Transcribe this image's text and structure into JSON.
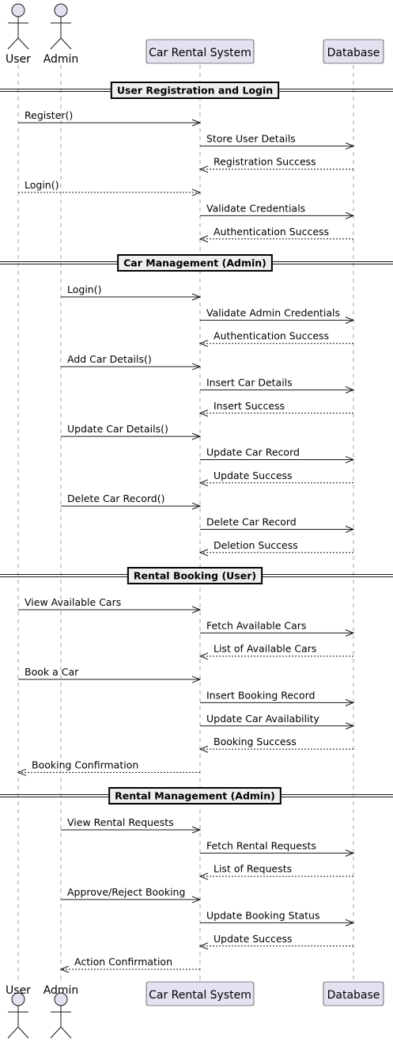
{
  "participants": [
    {
      "id": "user",
      "label": "User",
      "kind": "actor"
    },
    {
      "id": "admin",
      "label": "Admin",
      "kind": "actor"
    },
    {
      "id": "system",
      "label": "Car Rental System",
      "kind": "box"
    },
    {
      "id": "db",
      "label": "Database",
      "kind": "box"
    }
  ],
  "sections": [
    {
      "title": "User Registration and Login",
      "messages": [
        {
          "from": "user",
          "to": "system",
          "label": "Register()",
          "style": "solid"
        },
        {
          "from": "system",
          "to": "db",
          "label": "Store User Details",
          "style": "solid"
        },
        {
          "from": "db",
          "to": "system",
          "label": "Registration Success",
          "style": "dashed"
        },
        {
          "from": "user",
          "to": "system",
          "label": "Login()",
          "style": "dashed"
        },
        {
          "from": "system",
          "to": "db",
          "label": "Validate Credentials",
          "style": "solid"
        },
        {
          "from": "db",
          "to": "system",
          "label": "Authentication Success",
          "style": "dashed"
        }
      ]
    },
    {
      "title": "Car Management (Admin)",
      "messages": [
        {
          "from": "admin",
          "to": "system",
          "label": "Login()",
          "style": "solid"
        },
        {
          "from": "system",
          "to": "db",
          "label": "Validate Admin Credentials",
          "style": "solid"
        },
        {
          "from": "db",
          "to": "system",
          "label": "Authentication Success",
          "style": "dashed"
        },
        {
          "from": "admin",
          "to": "system",
          "label": "Add Car Details()",
          "style": "solid"
        },
        {
          "from": "system",
          "to": "db",
          "label": "Insert Car Details",
          "style": "solid"
        },
        {
          "from": "db",
          "to": "system",
          "label": "Insert Success",
          "style": "dashed"
        },
        {
          "from": "admin",
          "to": "system",
          "label": "Update Car Details()",
          "style": "solid"
        },
        {
          "from": "system",
          "to": "db",
          "label": "Update Car Record",
          "style": "solid"
        },
        {
          "from": "db",
          "to": "system",
          "label": "Update Success",
          "style": "dashed"
        },
        {
          "from": "admin",
          "to": "system",
          "label": "Delete Car Record()",
          "style": "solid"
        },
        {
          "from": "system",
          "to": "db",
          "label": "Delete Car Record",
          "style": "solid"
        },
        {
          "from": "db",
          "to": "system",
          "label": "Deletion Success",
          "style": "dashed"
        }
      ]
    },
    {
      "title": "Rental Booking (User)",
      "messages": [
        {
          "from": "user",
          "to": "system",
          "label": "View Available Cars",
          "style": "solid"
        },
        {
          "from": "system",
          "to": "db",
          "label": "Fetch Available Cars",
          "style": "solid"
        },
        {
          "from": "db",
          "to": "system",
          "label": "List of Available Cars",
          "style": "dashed"
        },
        {
          "from": "user",
          "to": "system",
          "label": "Book a Car",
          "style": "solid"
        },
        {
          "from": "system",
          "to": "db",
          "label": "Insert Booking Record",
          "style": "solid"
        },
        {
          "from": "system",
          "to": "db",
          "label": "Update Car Availability",
          "style": "solid"
        },
        {
          "from": "db",
          "to": "system",
          "label": "Booking Success",
          "style": "dashed"
        },
        {
          "from": "system",
          "to": "user",
          "label": "Booking Confirmation",
          "style": "dashed"
        }
      ]
    },
    {
      "title": "Rental Management (Admin)",
      "messages": [
        {
          "from": "admin",
          "to": "system",
          "label": "View Rental Requests",
          "style": "solid"
        },
        {
          "from": "system",
          "to": "db",
          "label": "Fetch Rental Requests",
          "style": "solid"
        },
        {
          "from": "db",
          "to": "system",
          "label": "List of Requests",
          "style": "dashed"
        },
        {
          "from": "admin",
          "to": "system",
          "label": "Approve/Reject Booking",
          "style": "solid"
        },
        {
          "from": "system",
          "to": "db",
          "label": "Update Booking Status",
          "style": "solid"
        },
        {
          "from": "db",
          "to": "system",
          "label": "Update Success",
          "style": "dashed"
        },
        {
          "from": "system",
          "to": "admin",
          "label": "Action Confirmation",
          "style": "dashed"
        }
      ]
    }
  ]
}
